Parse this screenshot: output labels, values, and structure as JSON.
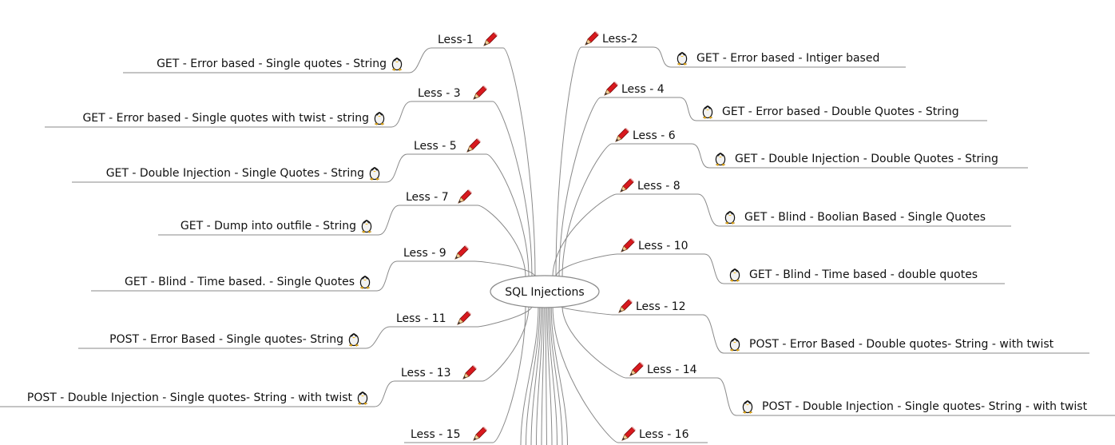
{
  "center": {
    "label": "SQL Injections"
  },
  "branches": [
    {
      "id": 1,
      "less": "Less-1",
      "topic": "GET - Error based - Single quotes - String"
    },
    {
      "id": 2,
      "less": "Less-2",
      "topic": "GET - Error based - Intiger based"
    },
    {
      "id": 3,
      "less": "Less - 3",
      "topic": "GET - Error based - Single quotes with twist - string"
    },
    {
      "id": 4,
      "less": "Less - 4",
      "topic": "GET - Error based - Double Quotes - String"
    },
    {
      "id": 5,
      "less": "Less - 5",
      "topic": "GET - Double Injection - Single Quotes - String"
    },
    {
      "id": 6,
      "less": "Less - 6",
      "topic": "GET - Double Injection - Double Quotes - String"
    },
    {
      "id": 7,
      "less": "Less - 7",
      "topic": "GET - Dump into outfile - String"
    },
    {
      "id": 8,
      "less": "Less - 8",
      "topic": "GET - Blind - Boolian Based - Single Quotes"
    },
    {
      "id": 9,
      "less": "Less - 9",
      "topic": "GET - Blind - Time based. -  Single Quotes"
    },
    {
      "id": 10,
      "less": "Less - 10",
      "topic": "GET - Blind - Time based - double quotes"
    },
    {
      "id": 11,
      "less": "Less - 11",
      "topic": "POST - Error Based - Single quotes- String"
    },
    {
      "id": 12,
      "less": "Less - 12",
      "topic": "POST - Error Based - Double quotes- String - with twist"
    },
    {
      "id": 13,
      "less": "Less - 13",
      "topic": "POST - Double Injection - Single quotes- String - with twist"
    },
    {
      "id": 14,
      "less": "Less - 14",
      "topic": "POST - Double Injection - Single quotes- String - with twist"
    },
    {
      "id": 15,
      "less": "Less - 15",
      "topic": ""
    },
    {
      "id": 16,
      "less": "Less - 16",
      "topic": ""
    }
  ],
  "icons": {
    "less": "pencil-icon",
    "topic": "penguin-icon"
  },
  "colors": {
    "edge": "#8a8a8a",
    "pencil": "#d8191e",
    "text": "#111111"
  }
}
